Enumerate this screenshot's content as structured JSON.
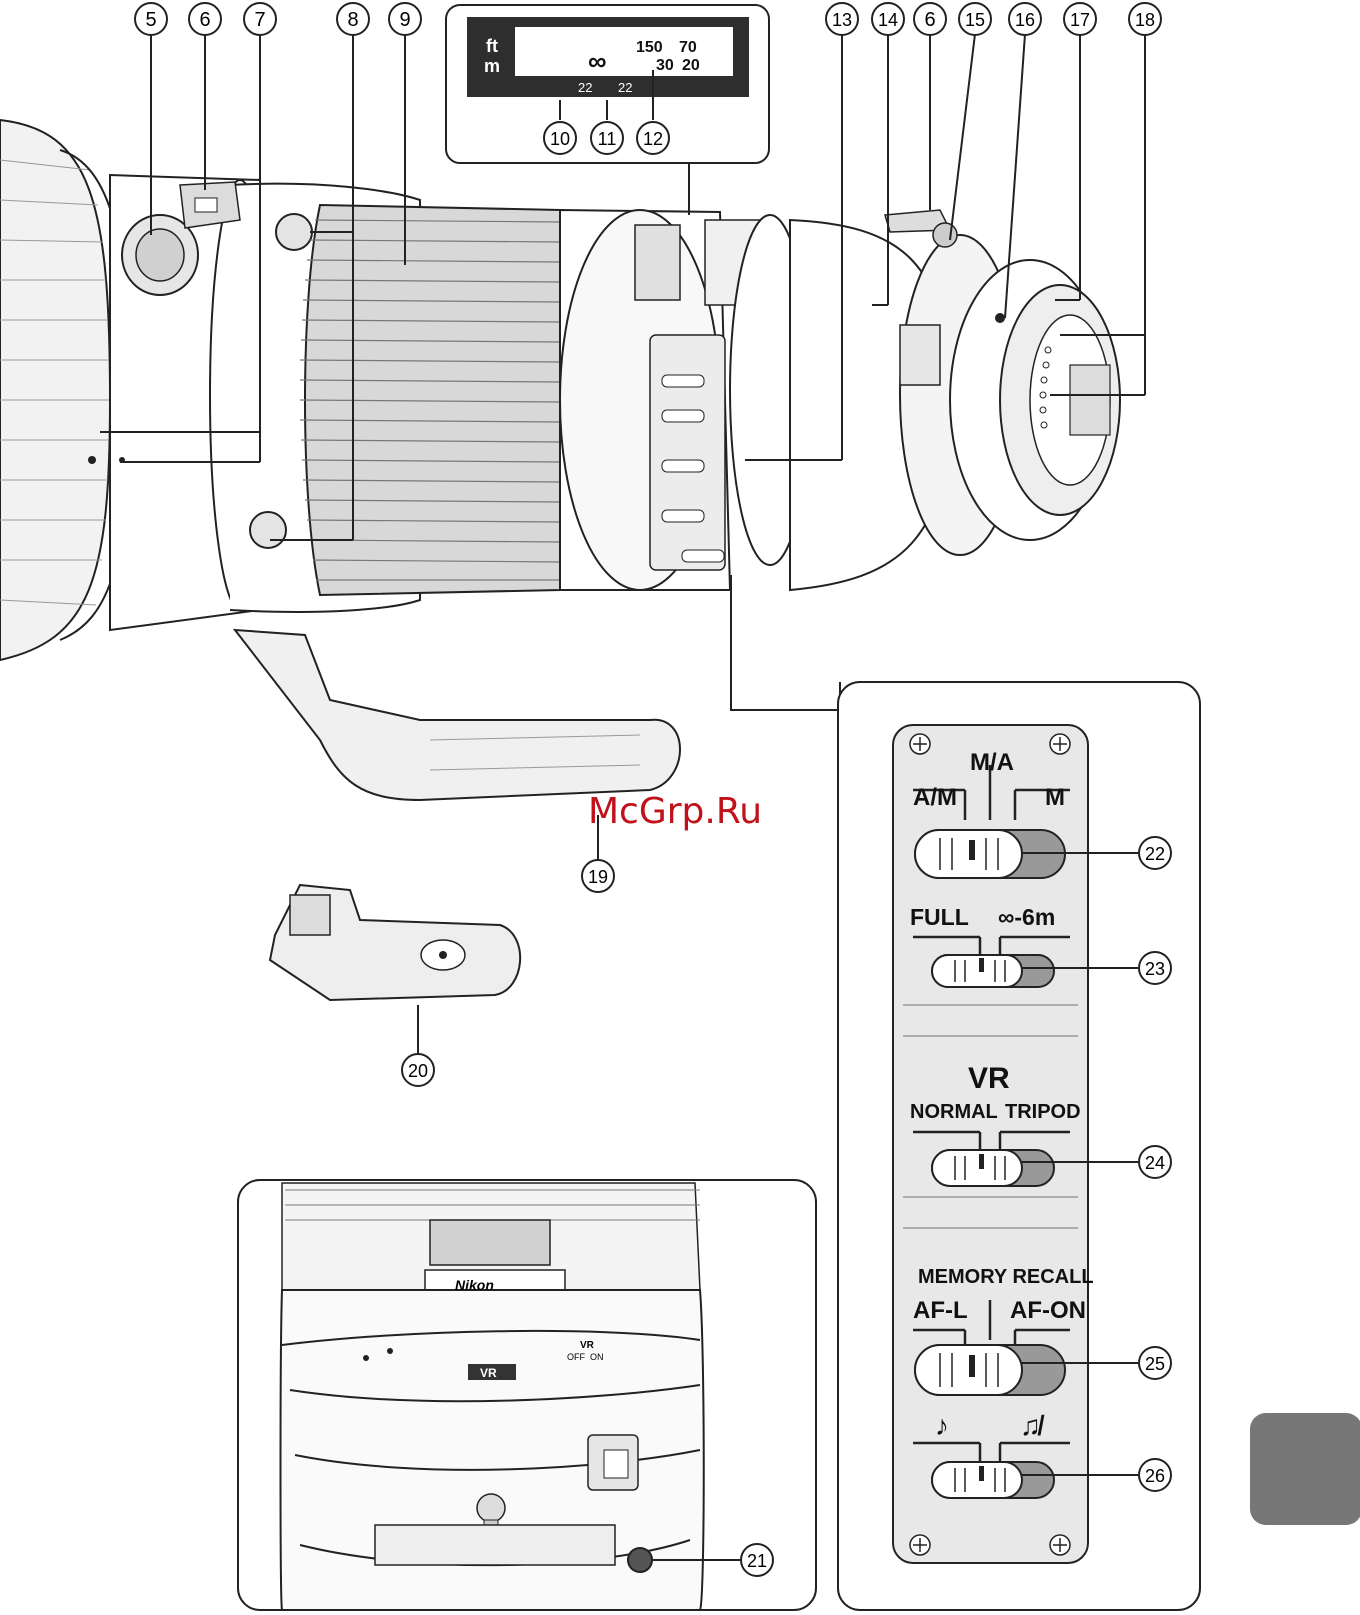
{
  "callouts": [
    "5",
    "6",
    "7",
    "8",
    "9",
    "10",
    "11",
    "12",
    "13",
    "14",
    "6",
    "15",
    "16",
    "17",
    "18",
    "19",
    "20",
    "21",
    "22",
    "23",
    "24",
    "25",
    "26"
  ],
  "distance_scale": {
    "ft_label": "ft",
    "m_label": "m",
    "ft_values": [
      "150",
      "70"
    ],
    "m_values": [
      "30",
      "20"
    ],
    "infinity": "∞",
    "aperture_left": "22",
    "aperture_right": "22"
  },
  "switch_panel": {
    "focus_mode": {
      "top": "M/A",
      "left": "A/M",
      "right": "M"
    },
    "focus_limit": {
      "left": "FULL",
      "right": "∞-6m"
    },
    "vr": {
      "title": "VR",
      "left": "NORMAL",
      "right": "TRIPOD"
    },
    "memory": {
      "title": "MEMORY RECALL",
      "left": "AF-L",
      "right": "AF-ON"
    },
    "sound": {
      "left": "♪",
      "right": "♫̸"
    }
  },
  "lens_labels": {
    "brand": "Nikon",
    "vr_badge": "VR",
    "vr_switch_title": "VR",
    "vr_switch_off": "OFF",
    "vr_switch_on": "ON"
  },
  "watermark": "McGrp.Ru",
  "colors": {
    "gray_tab": "#777777",
    "watermark": "#c0121b"
  }
}
